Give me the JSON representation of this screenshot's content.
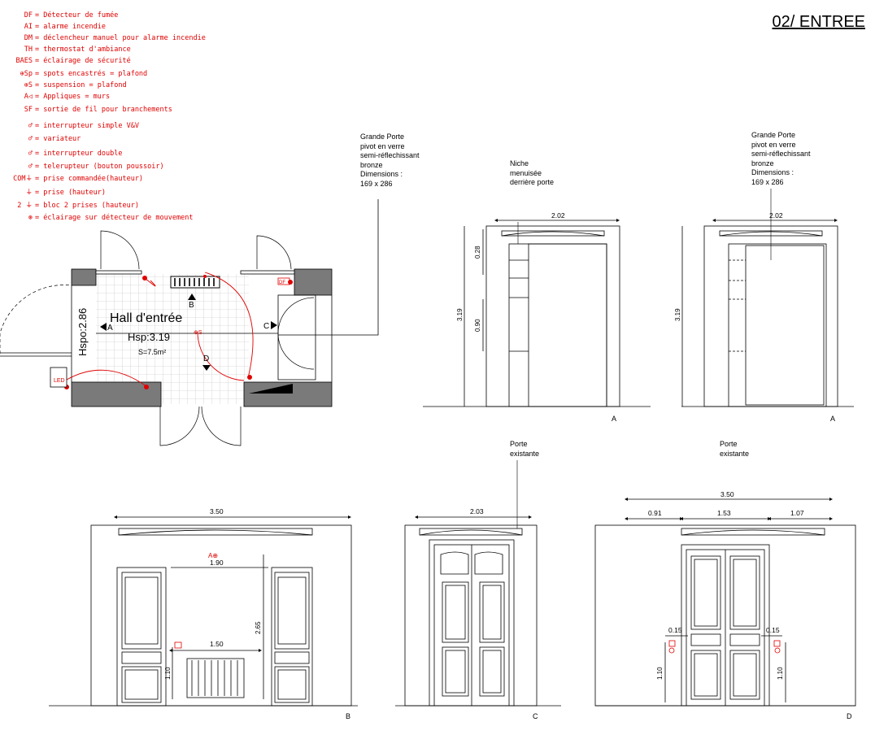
{
  "page": {
    "title": "02/ ENTREE"
  },
  "legend": [
    {
      "symbol": "DF",
      "boxed": true,
      "text": "= Détecteur de fumée"
    },
    {
      "symbol": "AI",
      "boxed": true,
      "text": "= alarme incendie"
    },
    {
      "symbol": "DM",
      "boxed": true,
      "text": "= déclencheur manuel pour alarme incendie"
    },
    {
      "symbol": "TH",
      "boxed": true,
      "text": "= thermostat d'ambiance"
    },
    {
      "symbol": "BAES",
      "boxed": true,
      "text": "= éclairage de sécurité"
    },
    {
      "symbol": "⊕Sp",
      "boxed": false,
      "text": "= spots encastrés = plafond"
    },
    {
      "symbol": "⊕S",
      "boxed": false,
      "text": "= suspension = plafond"
    },
    {
      "symbol": "A◁",
      "boxed": false,
      "text": "= Appliques = murs"
    },
    {
      "symbol": "SF",
      "boxed": false,
      "text": "= sortie de fil pour branchements"
    },
    {
      "symbol": "♂",
      "boxed": false,
      "text": "= interrupteur simple V&V"
    },
    {
      "symbol": "♂",
      "boxed": false,
      "text": "= variateur"
    },
    {
      "symbol": "♂",
      "boxed": false,
      "text": "= interrupteur double"
    },
    {
      "symbol": "♂",
      "boxed": false,
      "text": "= telerupteur (bouton poussoir)"
    },
    {
      "symbol": "COM⏚",
      "boxed": false,
      "text": "= prise commandée(hauteur)"
    },
    {
      "symbol": "⏚",
      "boxed": false,
      "text": "= prise (hauteur)"
    },
    {
      "symbol": "2 ⏚",
      "boxed": false,
      "text": "= bloc 2 prises (hauteur)"
    },
    {
      "symbol": "⊛",
      "boxed": false,
      "text": "= éclairage sur détecteur de mouvement"
    }
  ],
  "plan": {
    "room_name": "Hall d'entrée",
    "hsp": "Hsp:3.19",
    "surface": "S=7.5m²",
    "hspo": "Hspo:2.86",
    "view_a": "A",
    "view_b": "B",
    "view_c": "C",
    "view_d": "D",
    "led_label": "LED",
    "df_label": "DF",
    "sp_label": "⊕S"
  },
  "notes": {
    "porte_pivot": "Grande Porte\npivot en verre\nsemi-réflechissant\nbronze\nDimensions :\n169 x 286",
    "niche": "Niche\nmenuisée\nderrière porte",
    "porte_existante": "Porte\nexistante"
  },
  "elevations": {
    "a1": {
      "width": "2.02",
      "height": "3.19",
      "h1": "0.28",
      "h2": "0.90",
      "label": "A"
    },
    "a2": {
      "width": "2.02",
      "height": "3.19",
      "label": "A"
    },
    "b": {
      "width": "3.50",
      "inner": "1.90",
      "rad": "1.50",
      "h1": "1.10",
      "h2": "2.65",
      "label": "B",
      "applique": "A⊕"
    },
    "c": {
      "width": "2.03",
      "label": "C"
    },
    "d": {
      "width": "3.50",
      "w1": "0.91",
      "w2": "1.53",
      "w3": "1.07",
      "s1": "0.15",
      "s2": "0.15",
      "h1": "1.10",
      "h2": "1.10",
      "label": "D"
    }
  },
  "colors": {
    "red": "#e00000",
    "wall": "#7a7a7a",
    "line": "#000000"
  }
}
